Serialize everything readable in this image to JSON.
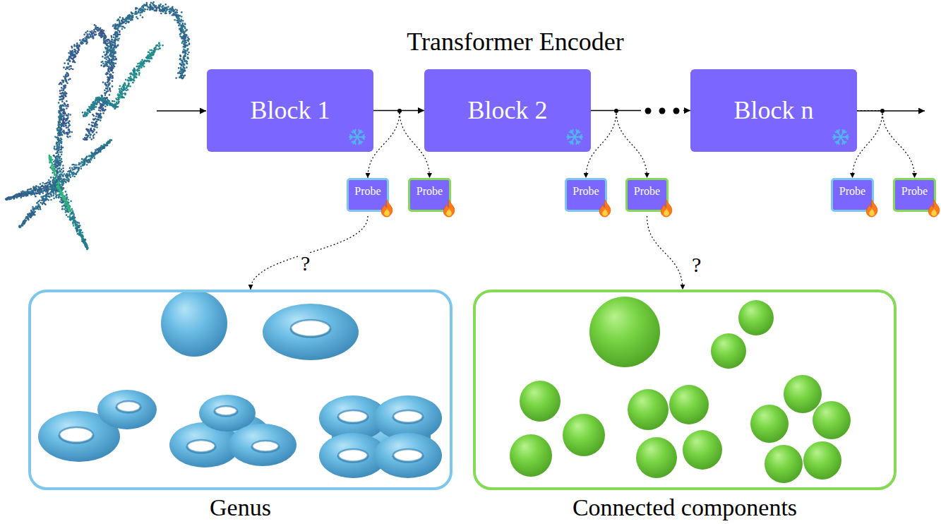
{
  "diagram": {
    "title": "Transformer Encoder",
    "nodes": [
      {
        "text": [
          "Block 1"
        ]
      },
      {
        "text": [
          "Block 2"
        ]
      },
      {
        "text": [
          "Block n"
        ]
      },
      {
        "text": [
          "Probe"
        ]
      },
      {
        "text": [
          "Probe"
        ]
      },
      {
        "text": [
          "Probe"
        ]
      },
      {
        "text": [
          "Probe"
        ]
      },
      {
        "text": [
          "Probe"
        ]
      },
      {
        "text": [
          "Probe"
        ]
      },
      {
        "text": [
          "Genus"
        ]
      },
      {
        "text": [
          "Connected components"
        ]
      }
    ],
    "edges": [
      {
        "from": 0,
        "to": 1,
        "arrow": "to"
      },
      {
        "from": 1,
        "to": 2,
        "arrow": "to"
      },
      {
        "from": 0,
        "to": 3,
        "arrow": "to"
      },
      {
        "from": 0,
        "to": 4,
        "arrow": "to"
      },
      {
        "from": 1,
        "to": 5,
        "arrow": "to"
      },
      {
        "from": 1,
        "to": 6,
        "arrow": "to"
      },
      {
        "from": 2,
        "to": 7,
        "arrow": "to"
      },
      {
        "from": 2,
        "to": 8,
        "arrow": "to"
      },
      {
        "from": 3,
        "to": 9,
        "label": "?",
        "arrow": "to"
      },
      {
        "from": 6,
        "to": 10,
        "label": "?",
        "arrow": "to"
      }
    ]
  }
}
